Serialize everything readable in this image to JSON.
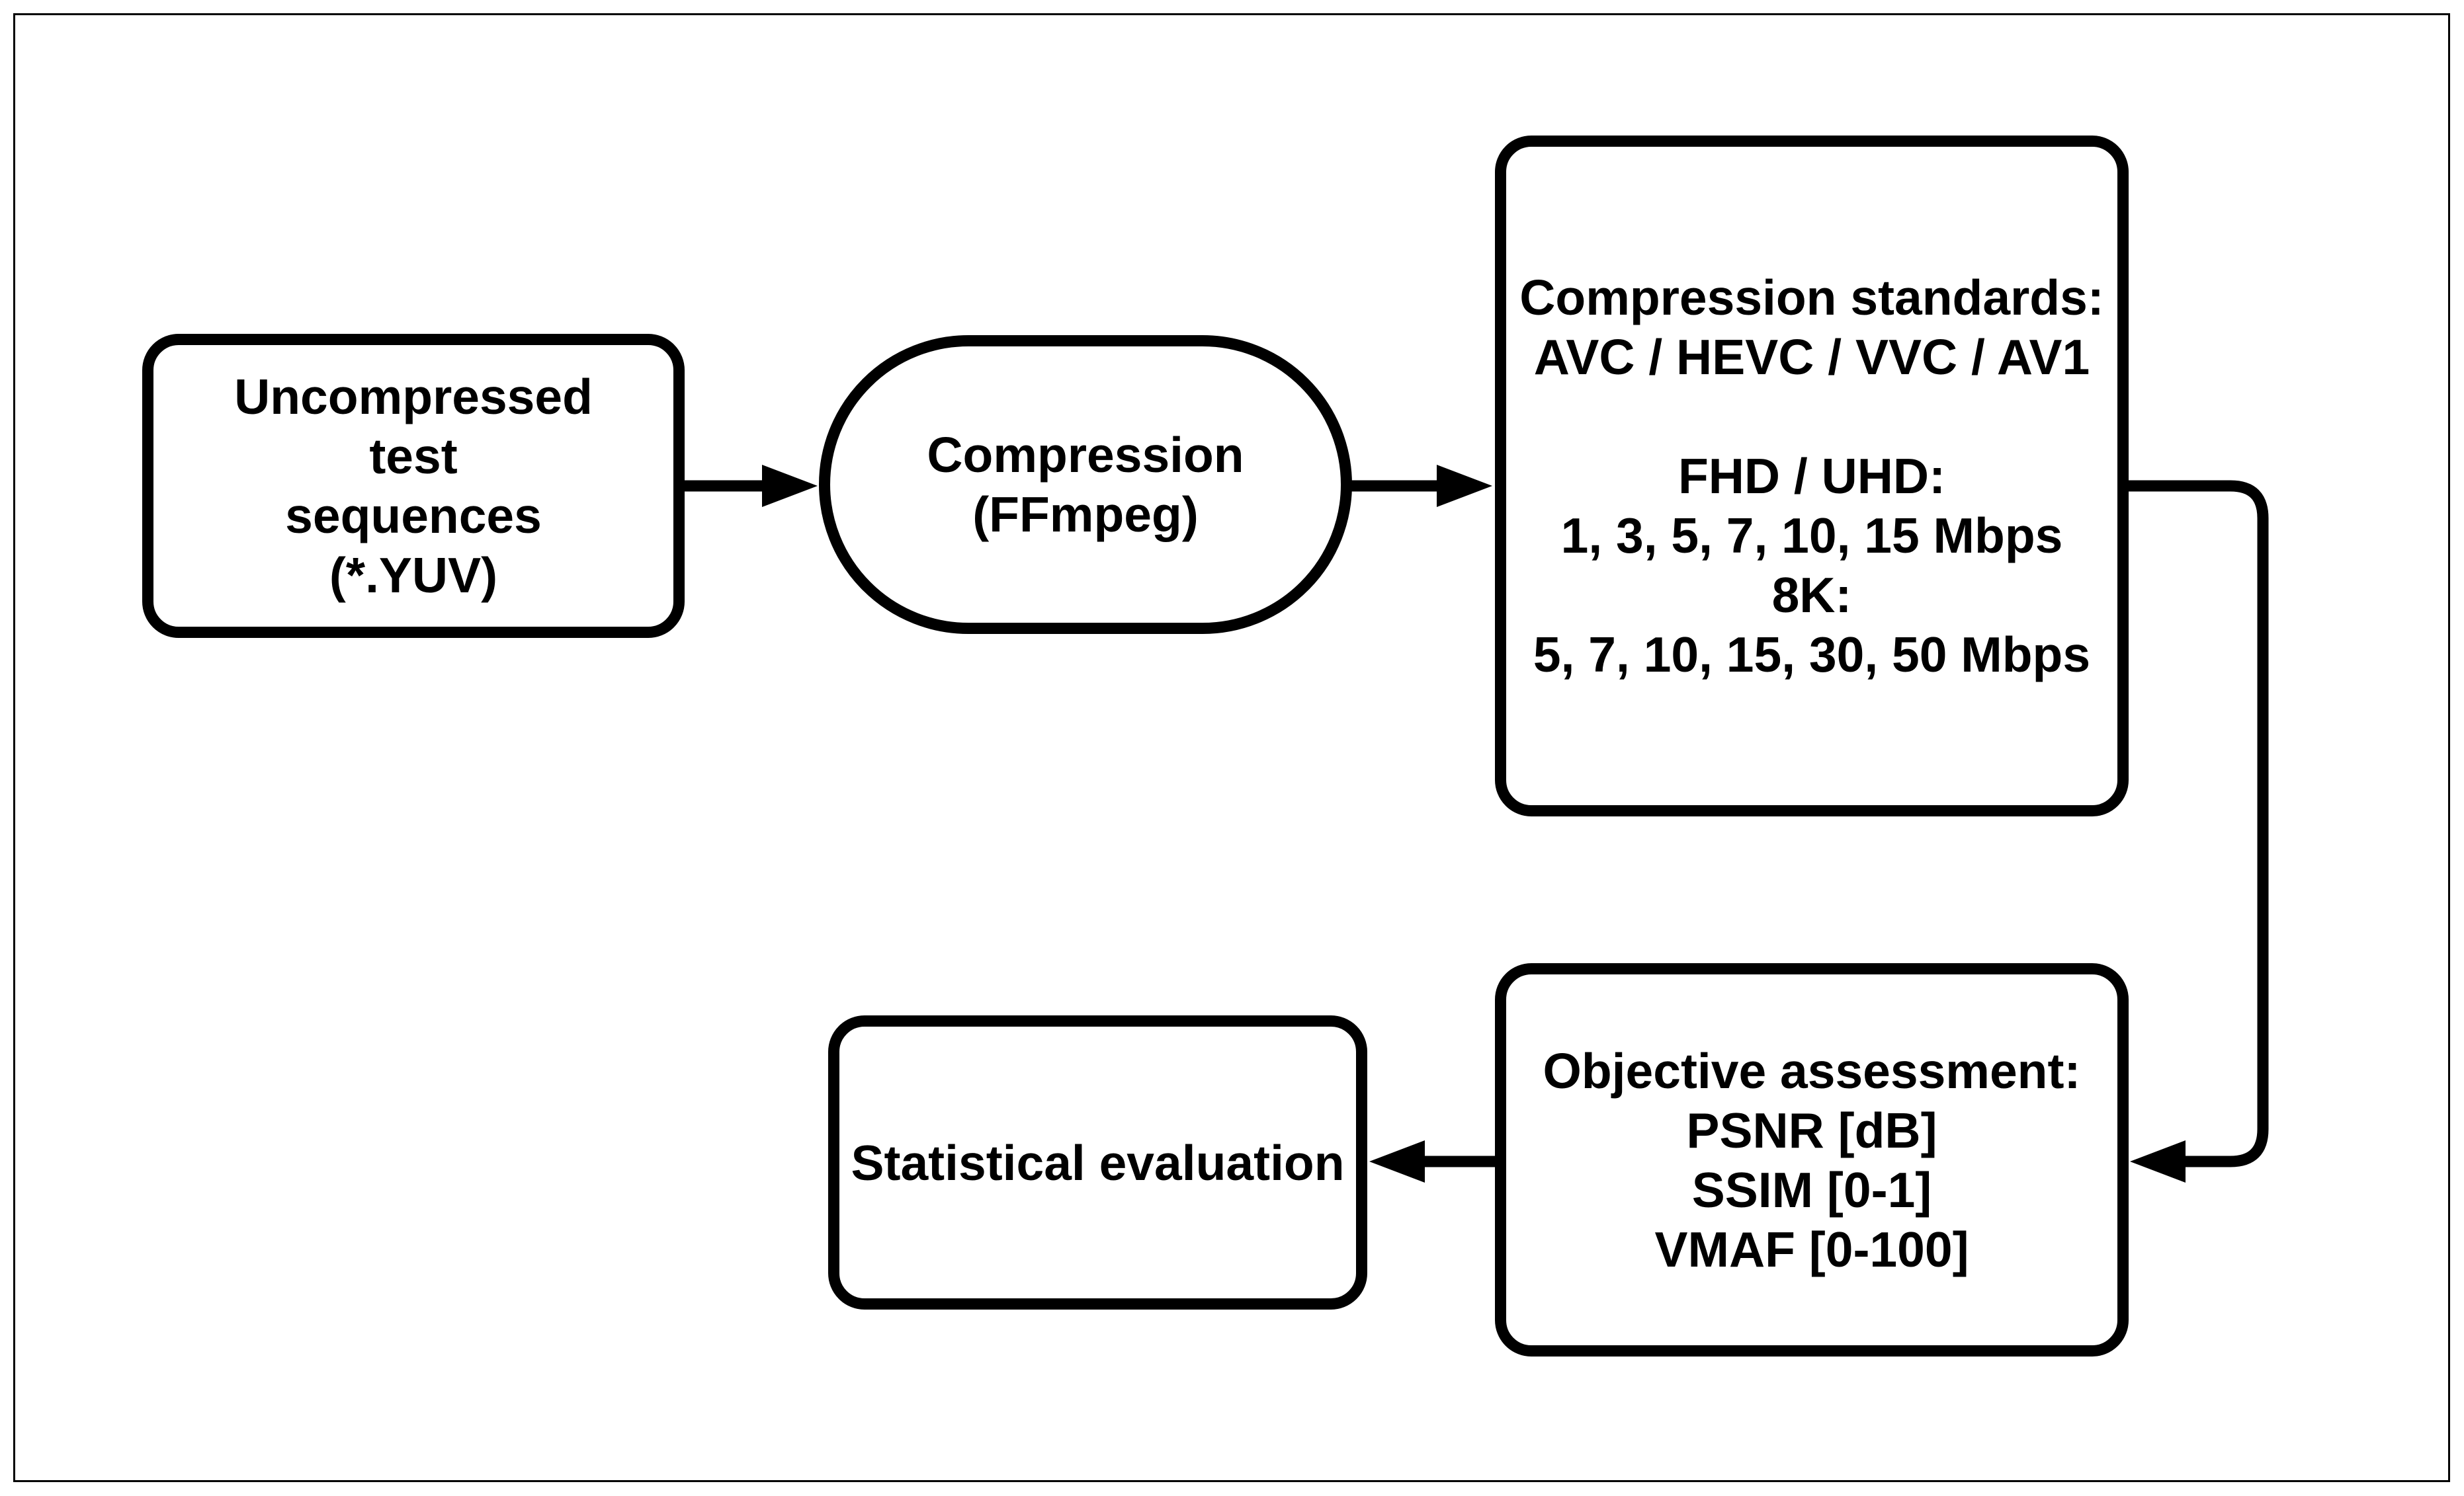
{
  "figure": {
    "colors": {
      "ink": "#000000",
      "paper": "#ffffff"
    },
    "nodes": {
      "uncompressed_sequences": {
        "shape": "rounded-rectangle",
        "lines": [
          "Uncompressed",
          "test",
          "sequences",
          "(*.YUV)"
        ]
      },
      "compression": {
        "shape": "stadium",
        "lines": [
          "Compression",
          "(FFmpeg)"
        ]
      },
      "compression_standards": {
        "shape": "rounded-rectangle",
        "lines": [
          "Compression standards:",
          "AVC / HEVC / VVC / AV1",
          "",
          "FHD / UHD:",
          "1, 3, 5, 7, 10, 15 Mbps",
          "8K:",
          "5, 7, 10, 15, 30, 50 Mbps"
        ]
      },
      "objective_assessment": {
        "shape": "rounded-rectangle",
        "lines": [
          "Objective assessment:",
          "PSNR [dB]",
          "SSIM [0-1]",
          "VMAF [0-100]"
        ]
      },
      "statistical_evaluation": {
        "shape": "rounded-rectangle",
        "lines": [
          "Statistical evaluation"
        ]
      }
    },
    "edges": [
      {
        "from": "uncompressed_sequences",
        "to": "compression",
        "type": "arrow-right"
      },
      {
        "from": "compression",
        "to": "compression_standards",
        "type": "arrow-right"
      },
      {
        "from": "compression_standards",
        "to": "objective_assessment",
        "type": "elbow-right-down-left"
      },
      {
        "from": "objective_assessment",
        "to": "statistical_evaluation",
        "type": "arrow-left"
      }
    ]
  }
}
